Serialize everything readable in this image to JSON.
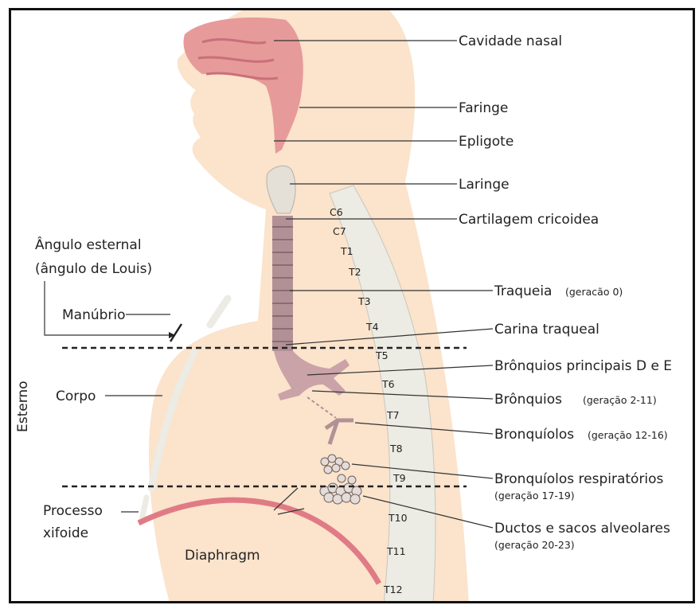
{
  "labels": {
    "cavidade_nasal": "Cavidade nasal",
    "faringe": "Faringe",
    "epiglote": "Epligote",
    "laringe": "Laringe",
    "cartilagem": "Cartilagem cricoidea",
    "angulo_1": "Ângulo esternal",
    "angulo_2": "(ângulo de Louis)",
    "manubrio": "Manúbrio",
    "esterno": "Esterno",
    "corpo": "Corpo",
    "processo_1": "Processo",
    "processo_2": "xifoide",
    "diaphragm": "Diaphragm",
    "traqueia": "Traqueia",
    "traqueia_ger": "(geracão 0)",
    "carina": "Carina traqueal",
    "bronquios_principais": "Brônquios principais D e E",
    "bronquios": "Brônquios",
    "bronquios_ger": "(geração 2-11)",
    "bronquiolos": "Bronquíolos",
    "bronquiolos_ger": "(geração 12-16)",
    "resp": "Bronquíolos respiratórios",
    "resp_ger": "(geração 17-19)",
    "ductos": "Ductos e sacos alveolares",
    "ductos_ger": "(geração 20-23)"
  },
  "vertebrae": [
    "C6",
    "C7",
    "T1",
    "T2",
    "T3",
    "T4",
    "T5",
    "T6",
    "T7",
    "T8",
    "T9",
    "T10",
    "T11",
    "T12"
  ],
  "colors": {
    "skin": "#fbe3cc",
    "airway": "#e79a9a",
    "bronchi": "#c9a3a8",
    "trachea": "#b29196",
    "bone": "#ecebe4",
    "diaphragm": "#e07b85"
  }
}
